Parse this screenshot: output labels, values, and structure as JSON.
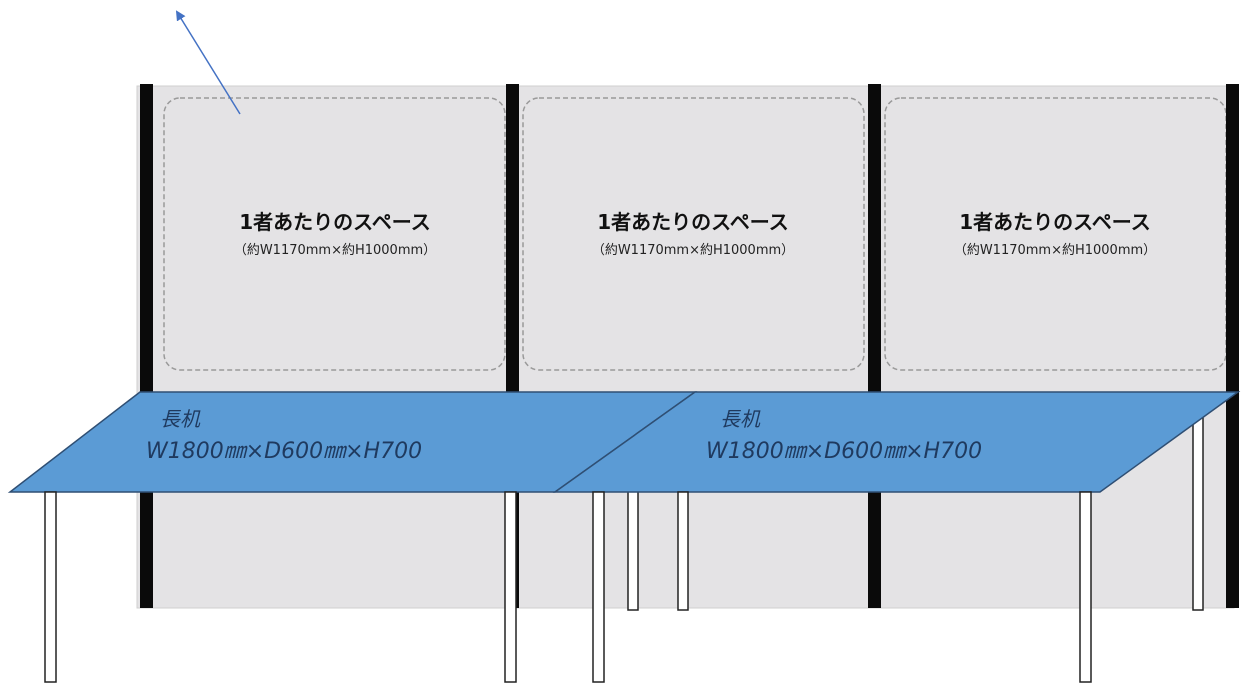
{
  "spaces": [
    {
      "title": "1者あたりのスペース",
      "size": "（約W1170mm×約H1000mm）"
    },
    {
      "title": "1者あたりのスペース",
      "size": "（約W1170mm×約H1000mm）"
    },
    {
      "title": "1者あたりのスペース",
      "size": "（約W1170mm×約H1000mm）"
    }
  ],
  "tables": [
    {
      "name": "長机",
      "dims": "W1800㎜×D600㎜×H700"
    },
    {
      "name": "長机",
      "dims": "W1800㎜×D600㎜×H700"
    }
  ],
  "colors": {
    "panel": "#e4e3e5",
    "post": "#0a0a0a",
    "tabletop": "#5b9bd5",
    "tabletop_edge": "#2f4f74",
    "dashed_border": "#9a9a9a",
    "arrow": "#4472c4",
    "leg": "#ffffff",
    "leg_edge": "#222222",
    "title_text": "#111111",
    "table_text": "#1f3a5f"
  }
}
